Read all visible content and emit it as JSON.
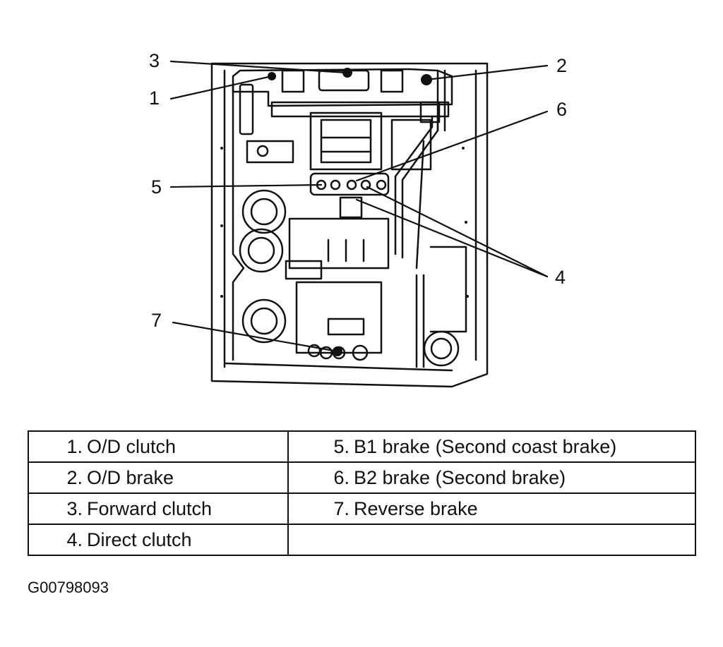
{
  "callouts": [
    {
      "num": "3"
    },
    {
      "num": "1"
    },
    {
      "num": "2"
    },
    {
      "num": "6"
    },
    {
      "num": "5"
    },
    {
      "num": "4"
    },
    {
      "num": "7"
    }
  ],
  "legend": [
    [
      {
        "num": "1.",
        "label": "O/D clutch"
      },
      {
        "num": "5.",
        "label": "B1 brake (Second coast brake)"
      }
    ],
    [
      {
        "num": "2.",
        "label": "O/D brake"
      },
      {
        "num": "6.",
        "label": "B2 brake (Second brake)"
      }
    ],
    [
      {
        "num": "3.",
        "label": "Forward clutch"
      },
      {
        "num": "7.",
        "label": "Reverse brake"
      }
    ],
    [
      {
        "num": "4.",
        "label": "Direct clutch"
      },
      {
        "num": "",
        "label": ""
      }
    ]
  ],
  "figure_code": "G00798093"
}
